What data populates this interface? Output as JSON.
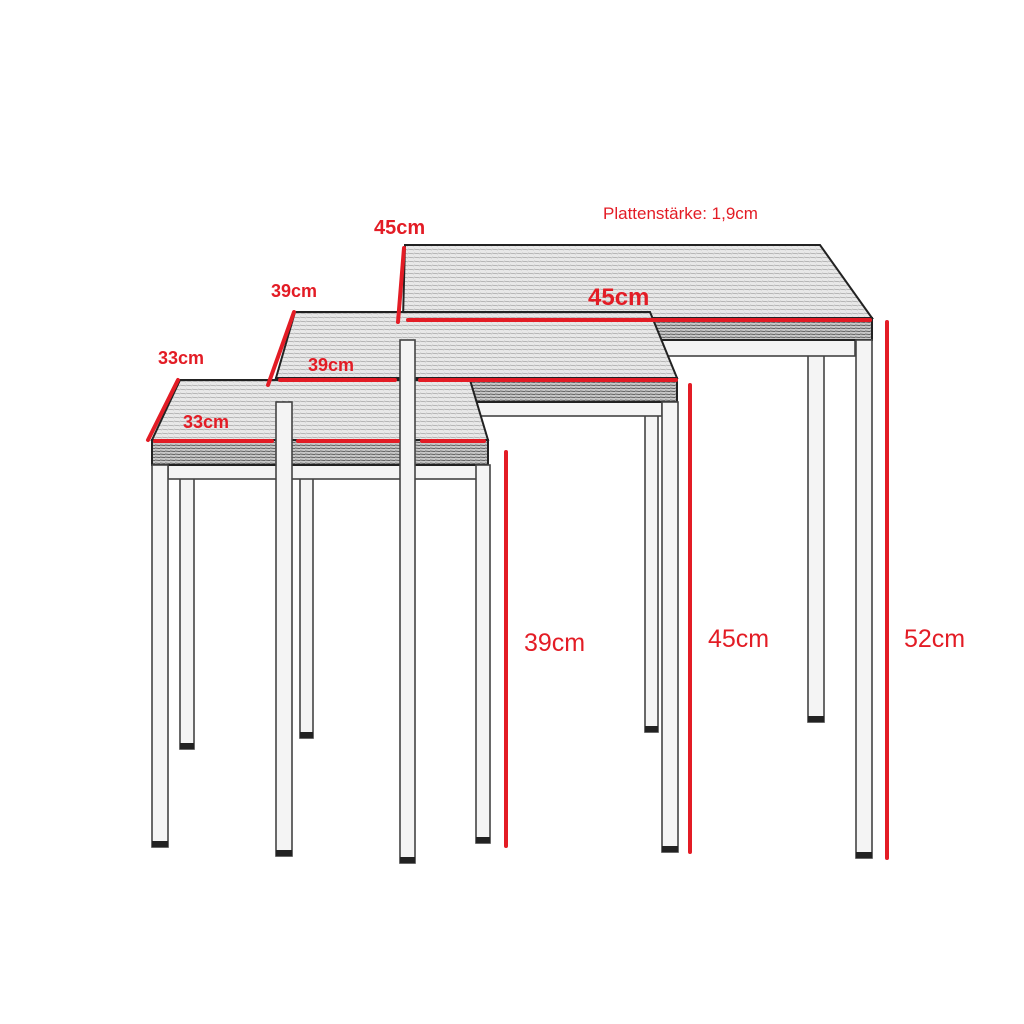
{
  "title": "Plattenstärke: 1,9cm",
  "colors": {
    "annotation": "#e31c25",
    "line": "#222222"
  },
  "tables": {
    "small": {
      "depth": "33cm",
      "width": "33cm",
      "height": "39cm"
    },
    "medium": {
      "depth": "39cm",
      "width": "39cm",
      "height": "45cm"
    },
    "large": {
      "depth": "45cm",
      "width": "45cm",
      "height": "52cm"
    }
  }
}
